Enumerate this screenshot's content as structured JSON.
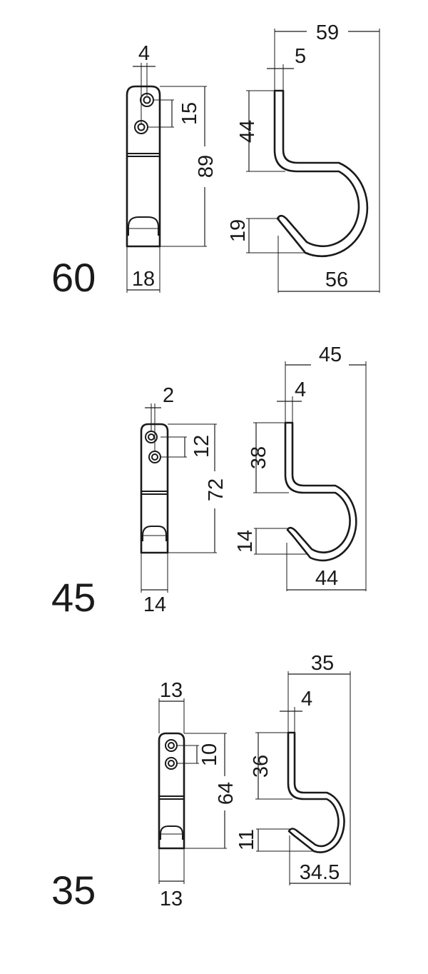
{
  "models": [
    {
      "id": "60",
      "label": "60",
      "front_width": "18",
      "screw_offset": "4",
      "screw_pitch": "15",
      "front_height": "89",
      "overall_width": "59",
      "wire_diameter": "5",
      "top_leg": "44",
      "tip_height": "19",
      "bottom_width": "56"
    },
    {
      "id": "45",
      "label": "45",
      "front_width": "14",
      "screw_offset": "2",
      "screw_pitch": "12",
      "front_height": "72",
      "overall_width": "45",
      "wire_diameter": "4",
      "top_leg": "38",
      "tip_height": "14",
      "bottom_width": "44"
    },
    {
      "id": "35",
      "label": "35",
      "front_width_top": "13",
      "front_width_bottom": "13",
      "screw_pitch": "10",
      "front_height": "64",
      "overall_width": "35",
      "wire_diameter": "4",
      "top_leg": "36",
      "tip_height": "11",
      "bottom_width": "34.5"
    }
  ]
}
